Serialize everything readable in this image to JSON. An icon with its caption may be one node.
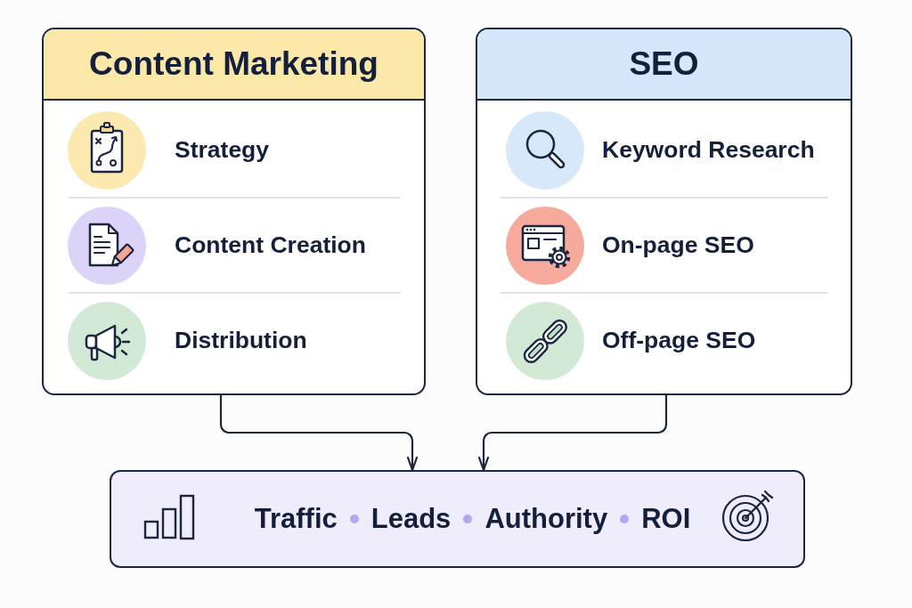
{
  "diagram": {
    "nodes": [
      {
        "text": [
          "Content Marketing"
        ]
      },
      {
        "text": [
          "Strategy"
        ],
        "in": 0
      },
      {
        "text": [
          "Content Creation"
        ],
        "in": 0
      },
      {
        "text": [
          "Distribution"
        ],
        "in": 0
      },
      {
        "text": [
          "SEO"
        ]
      },
      {
        "text": [
          "Keyword Research"
        ],
        "in": 4
      },
      {
        "text": [
          "On-page SEO"
        ],
        "in": 4
      },
      {
        "text": [
          "Off-page SEO"
        ],
        "in": 4
      },
      {
        "text": [
          "Traffic",
          "Leads",
          "Authority",
          "ROI"
        ]
      }
    ],
    "edges": [
      {
        "from": 0,
        "to": 8,
        "arrow": "to"
      },
      {
        "from": 4,
        "to": 8,
        "arrow": "to"
      }
    ]
  }
}
